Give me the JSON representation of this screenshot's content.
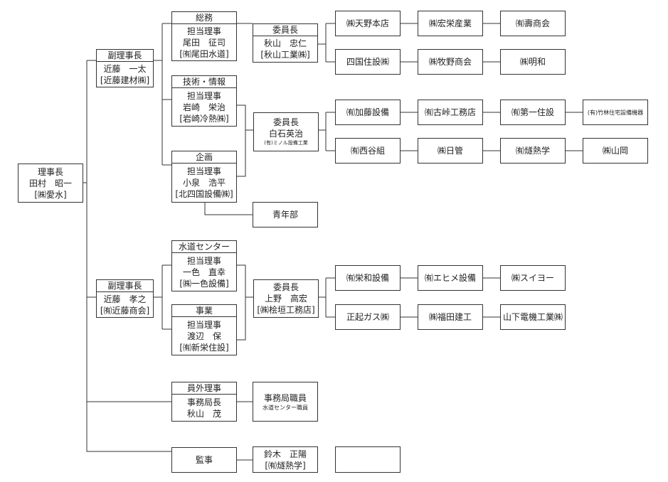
{
  "chairman": {
    "title": "理事長",
    "name": "田村　昭一",
    "company": "[㈱愛水]"
  },
  "vice1": {
    "title": "副理事長",
    "name": "近藤　一太",
    "company": "[近藤建材㈱]"
  },
  "vice2": {
    "title": "副理事長",
    "name": "近藤　孝之",
    "company": "[㈲近藤商会]"
  },
  "somu": {
    "title": "総務",
    "role": "担当理事",
    "name": "尾田　征司",
    "company": "[㈲尾田水道]"
  },
  "gijutsu": {
    "title": "技術・情報",
    "role": "担当理事",
    "name": "岩崎　栄治",
    "company": "[岩崎冷熱㈱]"
  },
  "kikaku": {
    "title": "企画",
    "role": "担当理事",
    "name": "小泉　浩平",
    "company": "[北四国設備㈱]"
  },
  "seinen": {
    "label": "青年部"
  },
  "suido": {
    "title": "水道センター",
    "role": "担当理事",
    "name": "一色　直幸",
    "company": "[㈱一色設備]"
  },
  "jigyo": {
    "title": "事業",
    "role": "担当理事",
    "name": "渡辺　保",
    "company": "[㈲新栄住設]"
  },
  "ingai": {
    "title": "員外理事",
    "role": "事務局長",
    "name": "秋山　茂"
  },
  "kanji": {
    "label": "監事"
  },
  "iin1": {
    "title": "委員長",
    "name": "秋山　忠仁",
    "company": "[秋山工業㈱]"
  },
  "iin2": {
    "title": "委員長",
    "name": "白石英治",
    "company": "(有)ミノル設備工業"
  },
  "iin3": {
    "title": "委員長",
    "name": "上野　高宏",
    "company": "[㈱桧垣工務店]"
  },
  "jimu": {
    "title": "事務局職員",
    "sub": "水道センター職員"
  },
  "kanji_name": {
    "name": "鈴木　正陽",
    "company": "[㈲燧熱学]"
  },
  "members": [
    "㈱天野本店",
    "㈱宏栄産業",
    "㈲壽商会",
    "四国住設㈱",
    "㈱牧野商会",
    "㈱明和",
    "㈲加藤設備",
    "㈲古峠工務店",
    "㈲第一住設",
    "(有)竹林住宅設備機器",
    "㈲西谷組",
    "㈱日管",
    "㈲燧熱学",
    "㈱山岡",
    "㈲栄和設備",
    "㈲エヒメ設備",
    "㈱スイヨー",
    "正起ガス㈱",
    "㈱福田建工",
    "山下電機工業㈱"
  ]
}
